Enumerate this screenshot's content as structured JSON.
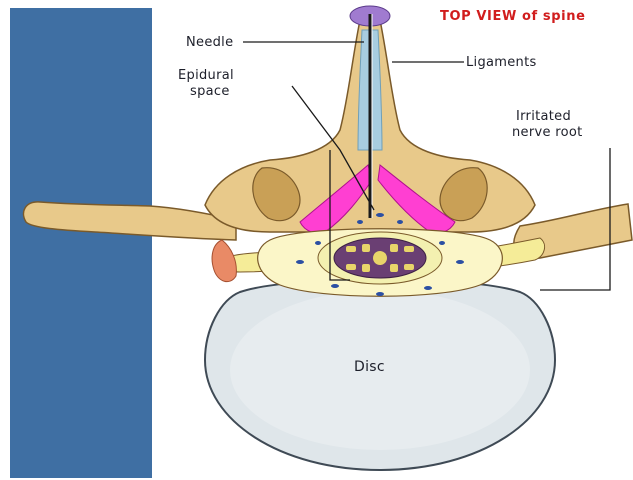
{
  "title": "TOP VIEW of spine",
  "labels": {
    "needle": "Needle",
    "ligaments": "Ligaments",
    "epidural_line1": "Epidural",
    "epidural_line2": "space",
    "irritated_line1": "Irritated",
    "irritated_line2": "nerve root",
    "disc": "Disc"
  },
  "colors": {
    "side_panel": "#3f6fa3",
    "bone": "#e8c98a",
    "bone_shade": "#c9a056",
    "bone_outline": "#7a5a2a",
    "disc_fill": "#dfe6ea",
    "ligament": "#a8cde0",
    "ligamentum_flavum": "#ff3fd2",
    "needle_hub": "#a07bd0",
    "cord": "#6a3f73",
    "dura": "#f3f0b0",
    "nerve_root": "#f5ec98",
    "inflamed_root": "#e98a66",
    "fat_dots": "#2b4fa3",
    "title_text": "#d11d1d",
    "leader_line": "#1a1a1a"
  }
}
